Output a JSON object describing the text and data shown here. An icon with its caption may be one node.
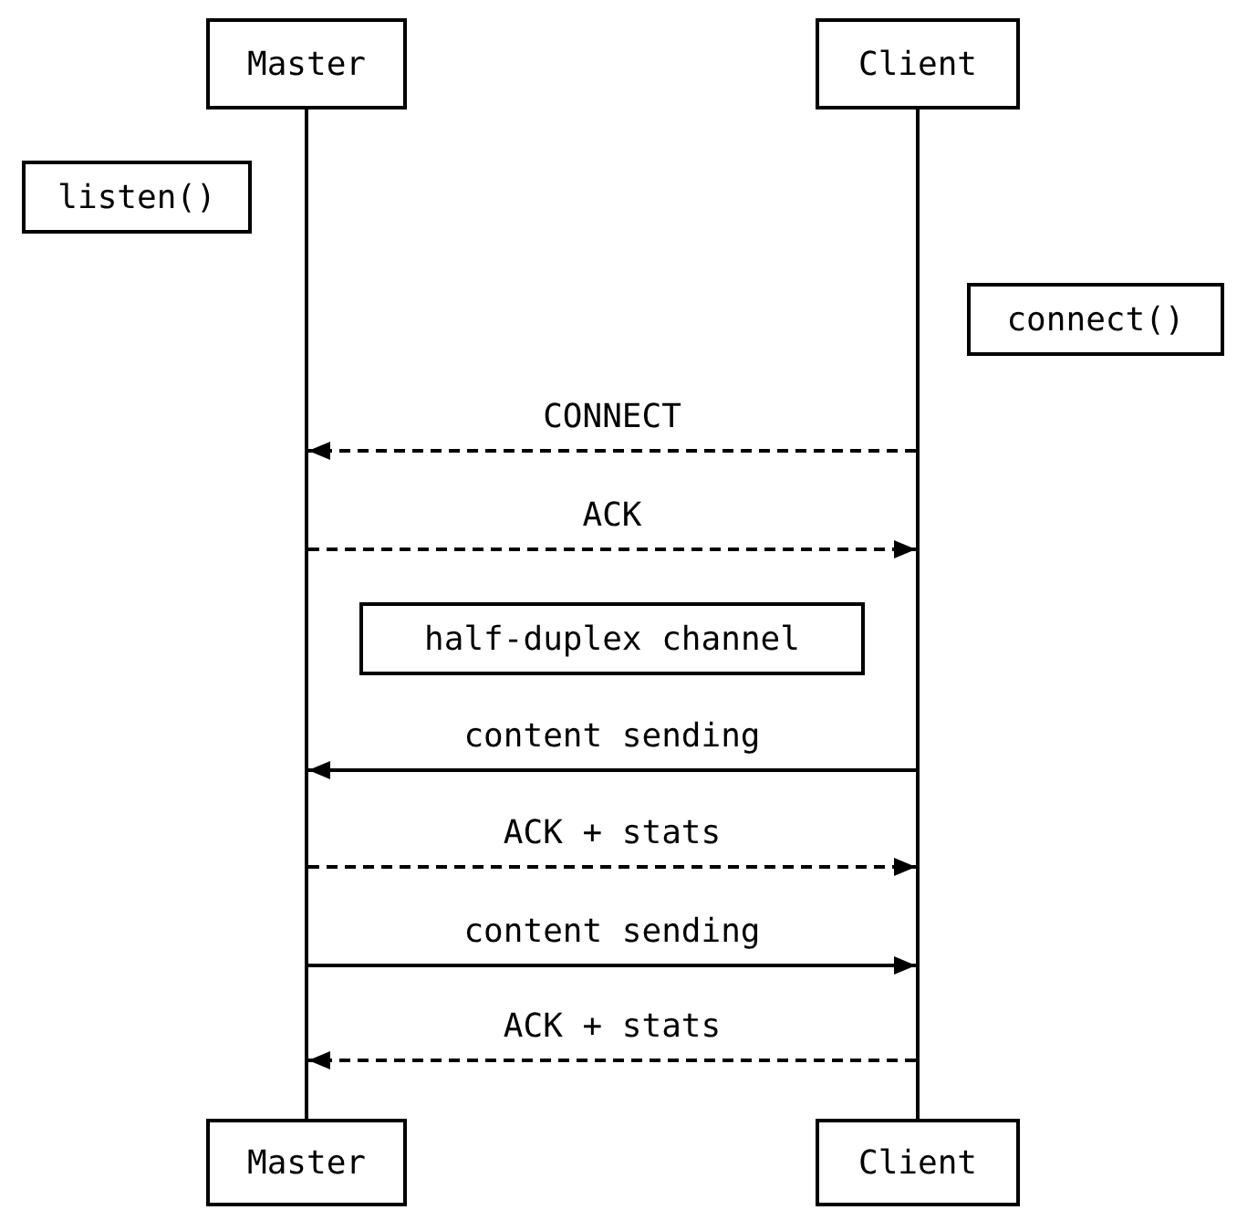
{
  "diagram": {
    "nodes": [
      {
        "text": [
          "Master"
        ]
      },
      {
        "text": [
          "Client"
        ]
      },
      {
        "text": [
          "listen()"
        ]
      },
      {
        "text": [
          "connect()"
        ]
      },
      {
        "text": [
          "half-duplex channel"
        ]
      },
      {
        "text": [
          "Master"
        ]
      },
      {
        "text": [
          "Client"
        ]
      },
      {
        "text": [],
        "shape": "bar"
      },
      {
        "text": [],
        "shape": "bar"
      }
    ],
    "edges": [
      {
        "from": 8,
        "to": 7,
        "arrow": "to",
        "label": "CONNECT",
        "style": "dashed"
      },
      {
        "from": 7,
        "to": 8,
        "arrow": "to",
        "label": "ACK",
        "style": "dashed"
      },
      {
        "from": 8,
        "to": 7,
        "arrow": "to",
        "label": "content sending"
      },
      {
        "from": 7,
        "to": 8,
        "arrow": "to",
        "label": "ACK + stats",
        "style": "dashed"
      },
      {
        "from": 7,
        "to": 8,
        "arrow": "to",
        "label": "content sending"
      },
      {
        "from": 8,
        "to": 7,
        "arrow": "to",
        "label": "ACK + stats",
        "style": "dashed"
      }
    ]
  }
}
